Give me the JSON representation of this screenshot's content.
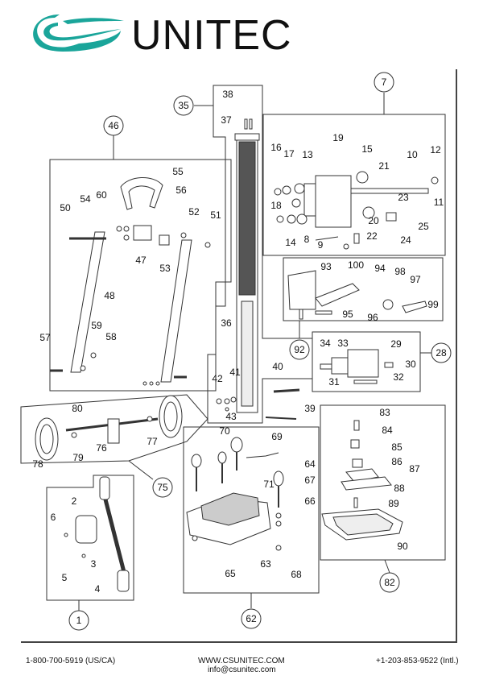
{
  "header": {
    "brand": "UNITEC",
    "logo_icon": "cs-swoosh-logo",
    "brand_color": "#1aa59a"
  },
  "assemblies": [
    {
      "id": "1"
    },
    {
      "id": "7"
    },
    {
      "id": "28"
    },
    {
      "id": "35"
    },
    {
      "id": "46"
    },
    {
      "id": "62"
    },
    {
      "id": "75"
    },
    {
      "id": "82"
    },
    {
      "id": "92"
    }
  ],
  "parts": [
    "2",
    "3",
    "4",
    "5",
    "6",
    "8",
    "9",
    "10",
    "11",
    "12",
    "13",
    "14",
    "15",
    "16",
    "17",
    "18",
    "19",
    "20",
    "21",
    "22",
    "23",
    "24",
    "25",
    "29",
    "30",
    "31",
    "32",
    "33",
    "34",
    "36",
    "37",
    "38",
    "39",
    "40",
    "41",
    "42",
    "43",
    "47",
    "48",
    "50",
    "51",
    "52",
    "53",
    "54",
    "55",
    "56",
    "57",
    "58",
    "59",
    "60",
    "63",
    "64",
    "65",
    "66",
    "67",
    "68",
    "69",
    "70",
    "71",
    "76",
    "77",
    "78",
    "79",
    "80",
    "83",
    "84",
    "85",
    "86",
    "87",
    "88",
    "89",
    "90",
    "93",
    "94",
    "95",
    "96",
    "97",
    "98",
    "99",
    "100"
  ],
  "footer": {
    "phone_us": "1-800-700-5919 (US/CA)",
    "website": "WWW.CSUNITEC.COM",
    "email": "info@csunitec.com",
    "phone_intl": "+1-203-853-9522 (Intl.)"
  }
}
